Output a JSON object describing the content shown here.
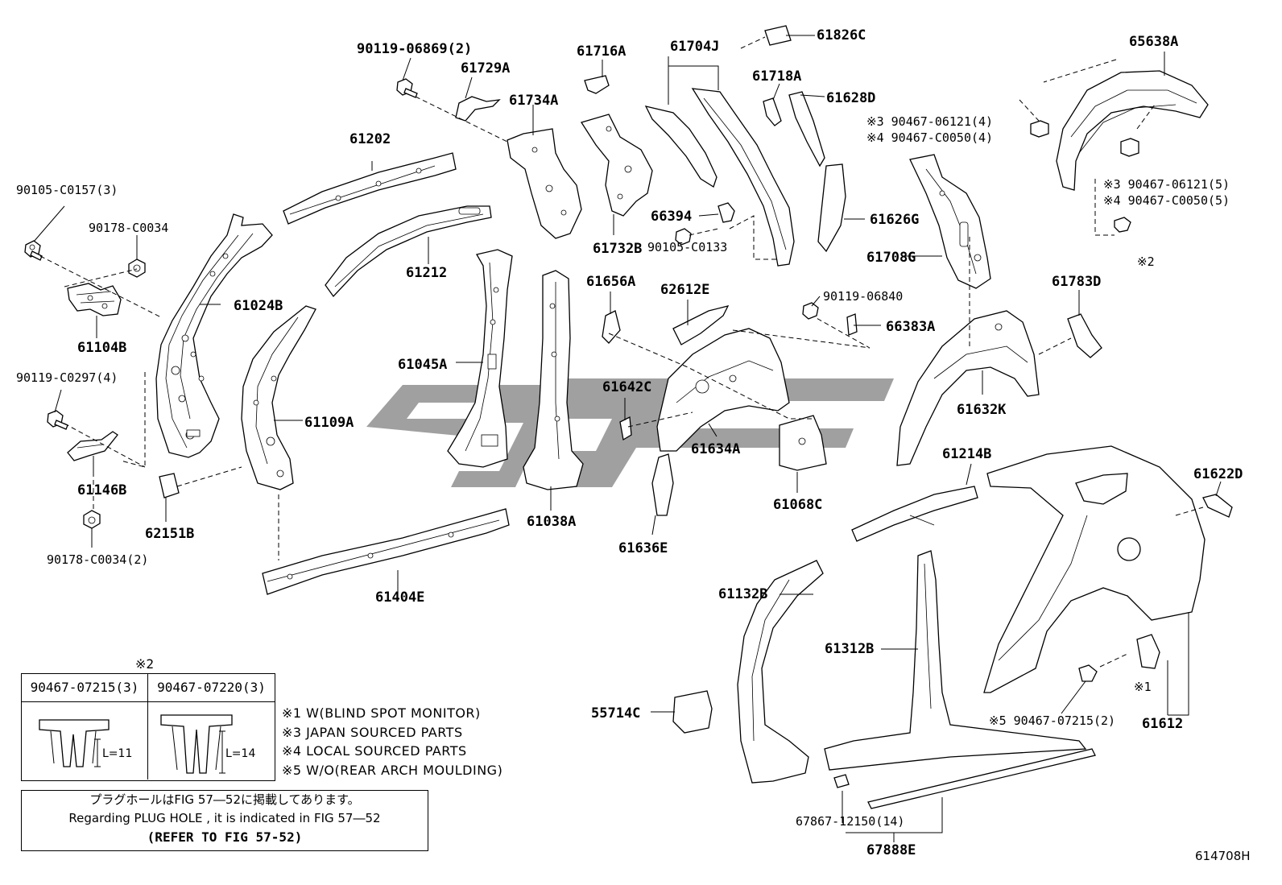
{
  "labels": {
    "p90119_06869": "90119-06869(2)",
    "p61729A": "61729A",
    "p61716A": "61716A",
    "p61704J": "61704J",
    "p61826C": "61826C",
    "p65638A": "65638A",
    "p61734A": "61734A",
    "p61718A": "61718A",
    "p61628D": "61628D",
    "p61202": "61202",
    "p90105_C0157": "90105-C0157(3)",
    "p90178_C0034": "90178-C0034",
    "p61024B": "61024B",
    "p61104B": "61104B",
    "p61212": "61212",
    "p61732B": "61732B",
    "p66394": "66394",
    "p90105_C0133": "90105-C0133",
    "p61626G": "61626G",
    "p61708G": "61708G",
    "p61656A": "61656A",
    "p62612E": "62612E",
    "p90119_06840": "90119-06840",
    "p66383A": "66383A",
    "p61783D": "61783D",
    "p90119_C0297": "90119-C0297(4)",
    "p61045A": "61045A",
    "p61109A": "61109A",
    "p61642C": "61642C",
    "p61632K": "61632K",
    "p61634A": "61634A",
    "p61146B": "61146B",
    "p62151B": "62151B",
    "p61038A": "61038A",
    "p61068C": "61068C",
    "p61214B": "61214B",
    "p61622D": "61622D",
    "p90178_C0034_2": "90178-C0034(2)",
    "p61636E": "61636E",
    "p61404E": "61404E",
    "p61132B": "61132B",
    "p61312B": "61312B",
    "p55714C": "55714C",
    "p90467_07215_2": "※5 90467-07215(2)",
    "p61612": "61612",
    "p67867_12150": "67867-12150(14)",
    "p67888E": "67888E",
    "mark1": "※1",
    "mark2": "※2",
    "clip_right_a": "※3 90467-06121(4)",
    "clip_right_b": "※4 90467-C0050(4)",
    "clip_arch_a": "※3 90467-06121(5)",
    "clip_arch_b": "※4 90467-C0050(5)"
  },
  "clip_table": {
    "mark": "※2",
    "headers": [
      "90467-07215(3)",
      "90467-07220(3)"
    ],
    "lengths": [
      "L=11",
      "L=14"
    ]
  },
  "notes": [
    "※1 W(BLIND SPOT MONITOR)",
    "※3 JAPAN SOURCED PARTS",
    "※4 LOCAL SOURCED PARTS",
    "※5 W/O(REAR ARCH MOULDING)"
  ],
  "plug_hole": {
    "japanese": "プラグホールはFIG 57―52に掲載してあります。",
    "english": "Regarding  PLUG  HOLE , it is indicated in FIG  57―52",
    "refer": "(REFER TO FIG 57-52)"
  },
  "figure_id": "614708H"
}
